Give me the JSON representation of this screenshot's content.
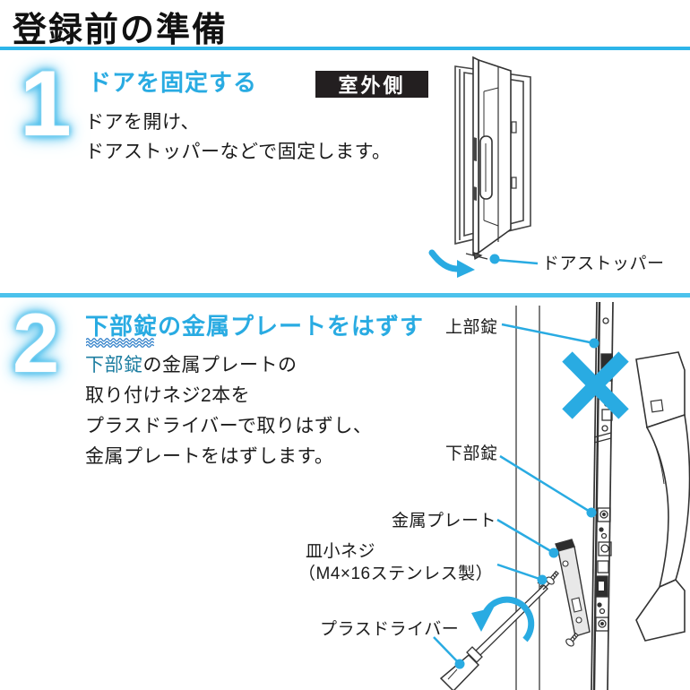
{
  "page": {
    "title": "登録前の準備"
  },
  "colors": {
    "accent": "#29abe2",
    "teal_text": "#1e7ea1",
    "badge_bg": "#231f20",
    "title_rule": "#2eb5e9",
    "section_rule": "#4cc2ec",
    "wave_underline": "#2f7fc9",
    "line_art": "#333333"
  },
  "icons": {
    "door_swing_arrow": "curved-cyan-arrow",
    "prohibition_cross": "cyan-x-mark",
    "rotation_arrow": "counterclockwise-cyan-arrow",
    "callout_dot": "cyan-dot-leader"
  },
  "step1": {
    "number": "1",
    "heading": "ドアを固定する",
    "badge": "室外側",
    "body_lines": [
      "ドアを開け、",
      "ドアストッパーなどで固定します。"
    ],
    "labels": {
      "door_stopper": "ドアストッパー"
    }
  },
  "step2": {
    "number": "2",
    "heading": "下部錠の金属プレートをはずす",
    "body": {
      "line1_highlight": "下部錠",
      "line1_rest": "の金属プレートの",
      "line2": "取り付けネジ2本を",
      "line3": "プラスドライバーで取りはずし、",
      "line4": "金属プレートをはずします。"
    },
    "labels": {
      "upper_lock": "上部錠",
      "lower_lock": "下部錠",
      "metal_plate": "金属プレート",
      "screw_name": "皿小ネジ",
      "screw_spec": "（M4×16ステンレス製）",
      "screwdriver": "プラスドライバー"
    }
  }
}
